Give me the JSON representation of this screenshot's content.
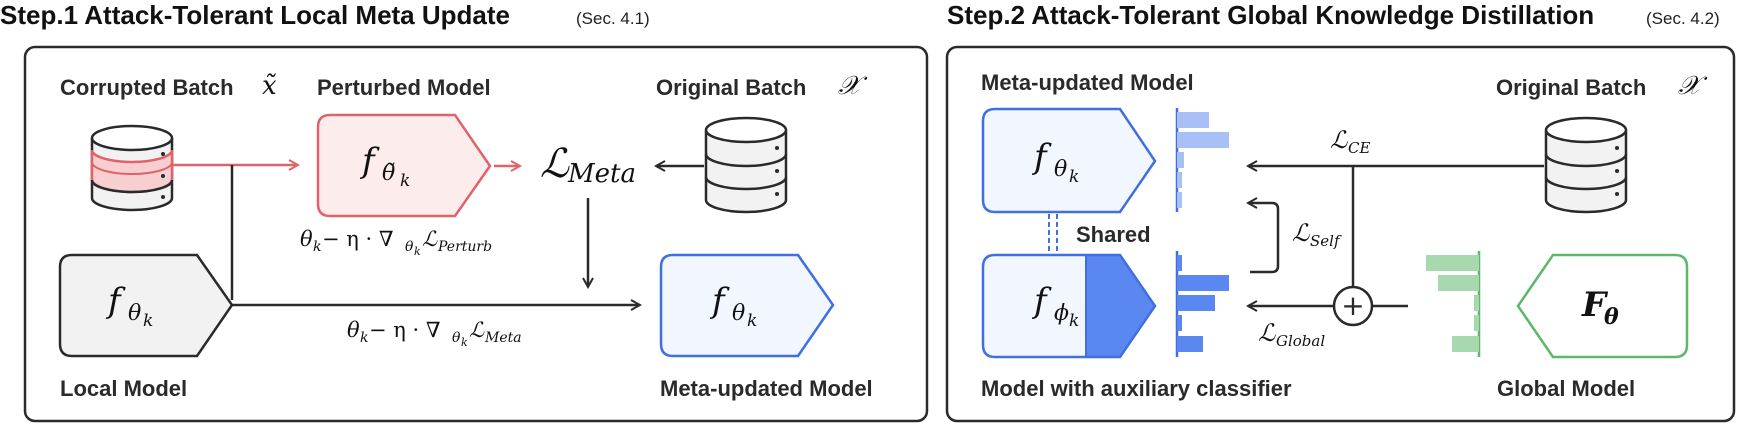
{
  "step1": {
    "title": "Step.1 Attack-Tolerant Local Meta Update",
    "ref": "(Sec. 4.1)",
    "corrupted_batch_label": "Corrupted Batch",
    "corrupted_batch_symbol": "𝑥̃",
    "perturbed_model_label": "Perturbed Model",
    "perturbed_model_f": "f",
    "perturbed_model_sub": "θ̃",
    "perturbed_model_subsub": "k",
    "original_batch_label": "Original Batch",
    "original_batch_symbol": "𝒳",
    "loss_meta_script": "ℒ",
    "loss_meta_sub": "Meta",
    "perturb_update_head": "θ",
    "perturb_update_k": "k",
    "perturb_update_mid": " − η · ∇",
    "perturb_update_grad_sub": "θ",
    "perturb_update_grad_k": "k",
    "perturb_update_L": "ℒ",
    "perturb_update_L_sub": "Perturb",
    "local_model_f": "f",
    "local_model_sub": "θ",
    "local_model_subsub": "k",
    "local_model_label": "Local Model",
    "meta_update_head": "θ",
    "meta_update_k": "k",
    "meta_update_mid": " − η · ∇",
    "meta_update_grad_sub": "θ",
    "meta_update_grad_k": "k",
    "meta_update_L": "ℒ",
    "meta_update_L_sub": "Meta",
    "meta_model_f": "f",
    "meta_model_sub": "θ",
    "meta_model_subsub": "k",
    "meta_model_label": "Meta-updated Model"
  },
  "step2": {
    "title": "Step.2 Attack-Tolerant Global Knowledge Distillation",
    "ref": "(Sec. 4.2)",
    "meta_model_label": "Meta-updated Model",
    "meta_model_f": "f",
    "meta_model_sub": "θ",
    "meta_model_subsub": "k",
    "shared_label": "Shared",
    "aux_model_f": "f",
    "aux_model_sub": "ϕ",
    "aux_model_subsub": "k",
    "aux_model_label": "Model with auxiliary classifier",
    "original_batch_label": "Original Batch",
    "original_batch_symbol": "𝒳",
    "loss_ce_script": "ℒ",
    "loss_ce_sub": "CE",
    "loss_self_script": "ℒ",
    "loss_self_sub": "Self",
    "loss_global_script": "ℒ",
    "loss_global_sub": "Global",
    "plus_symbol": "+",
    "global_model_F": "F",
    "global_model_sub": "θ",
    "global_model_label": "Global Model"
  },
  "colors": {
    "red": "#e0636a",
    "red_fill": "#fdecec",
    "blue": "#3f6fe0",
    "blue_fill": "#f2f6fe",
    "blue_solid": "#5b87f0",
    "blue_light": "#a9c0f6",
    "green": "#5cb86a",
    "green_light": "#a8d9ae",
    "gray_fill": "#f2f2f2",
    "stroke": "#2a2a2a"
  }
}
